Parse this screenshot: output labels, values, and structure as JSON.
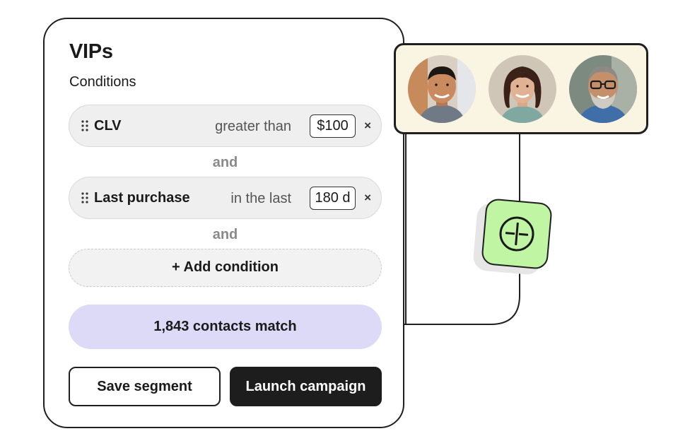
{
  "segment": {
    "title": "VIPs",
    "subtitle": "Conditions",
    "conditions": [
      {
        "field": "CLV",
        "operator": "greater than",
        "value": "$100",
        "remove_icon": "close-icon"
      },
      {
        "field": "Last purchase",
        "operator": "in the last",
        "value": "180 d",
        "remove_icon": "close-icon"
      }
    ],
    "joiners": [
      "and",
      "and"
    ],
    "add_condition_label": "+ Add condition",
    "match_text": "1,843 contacts match",
    "save_label": "Save segment",
    "launch_label": "Launch campaign"
  },
  "contacts_preview": {
    "avatars": [
      "person-avatar-1",
      "person-avatar-2",
      "person-avatar-3"
    ]
  },
  "action_tile": {
    "icon": "split-plus-icon"
  },
  "colors": {
    "match_banner": "#dcdaf7",
    "tile": "#bff5a3",
    "contacts_card": "#faf4e2",
    "launch_button": "#1d1d1d"
  }
}
